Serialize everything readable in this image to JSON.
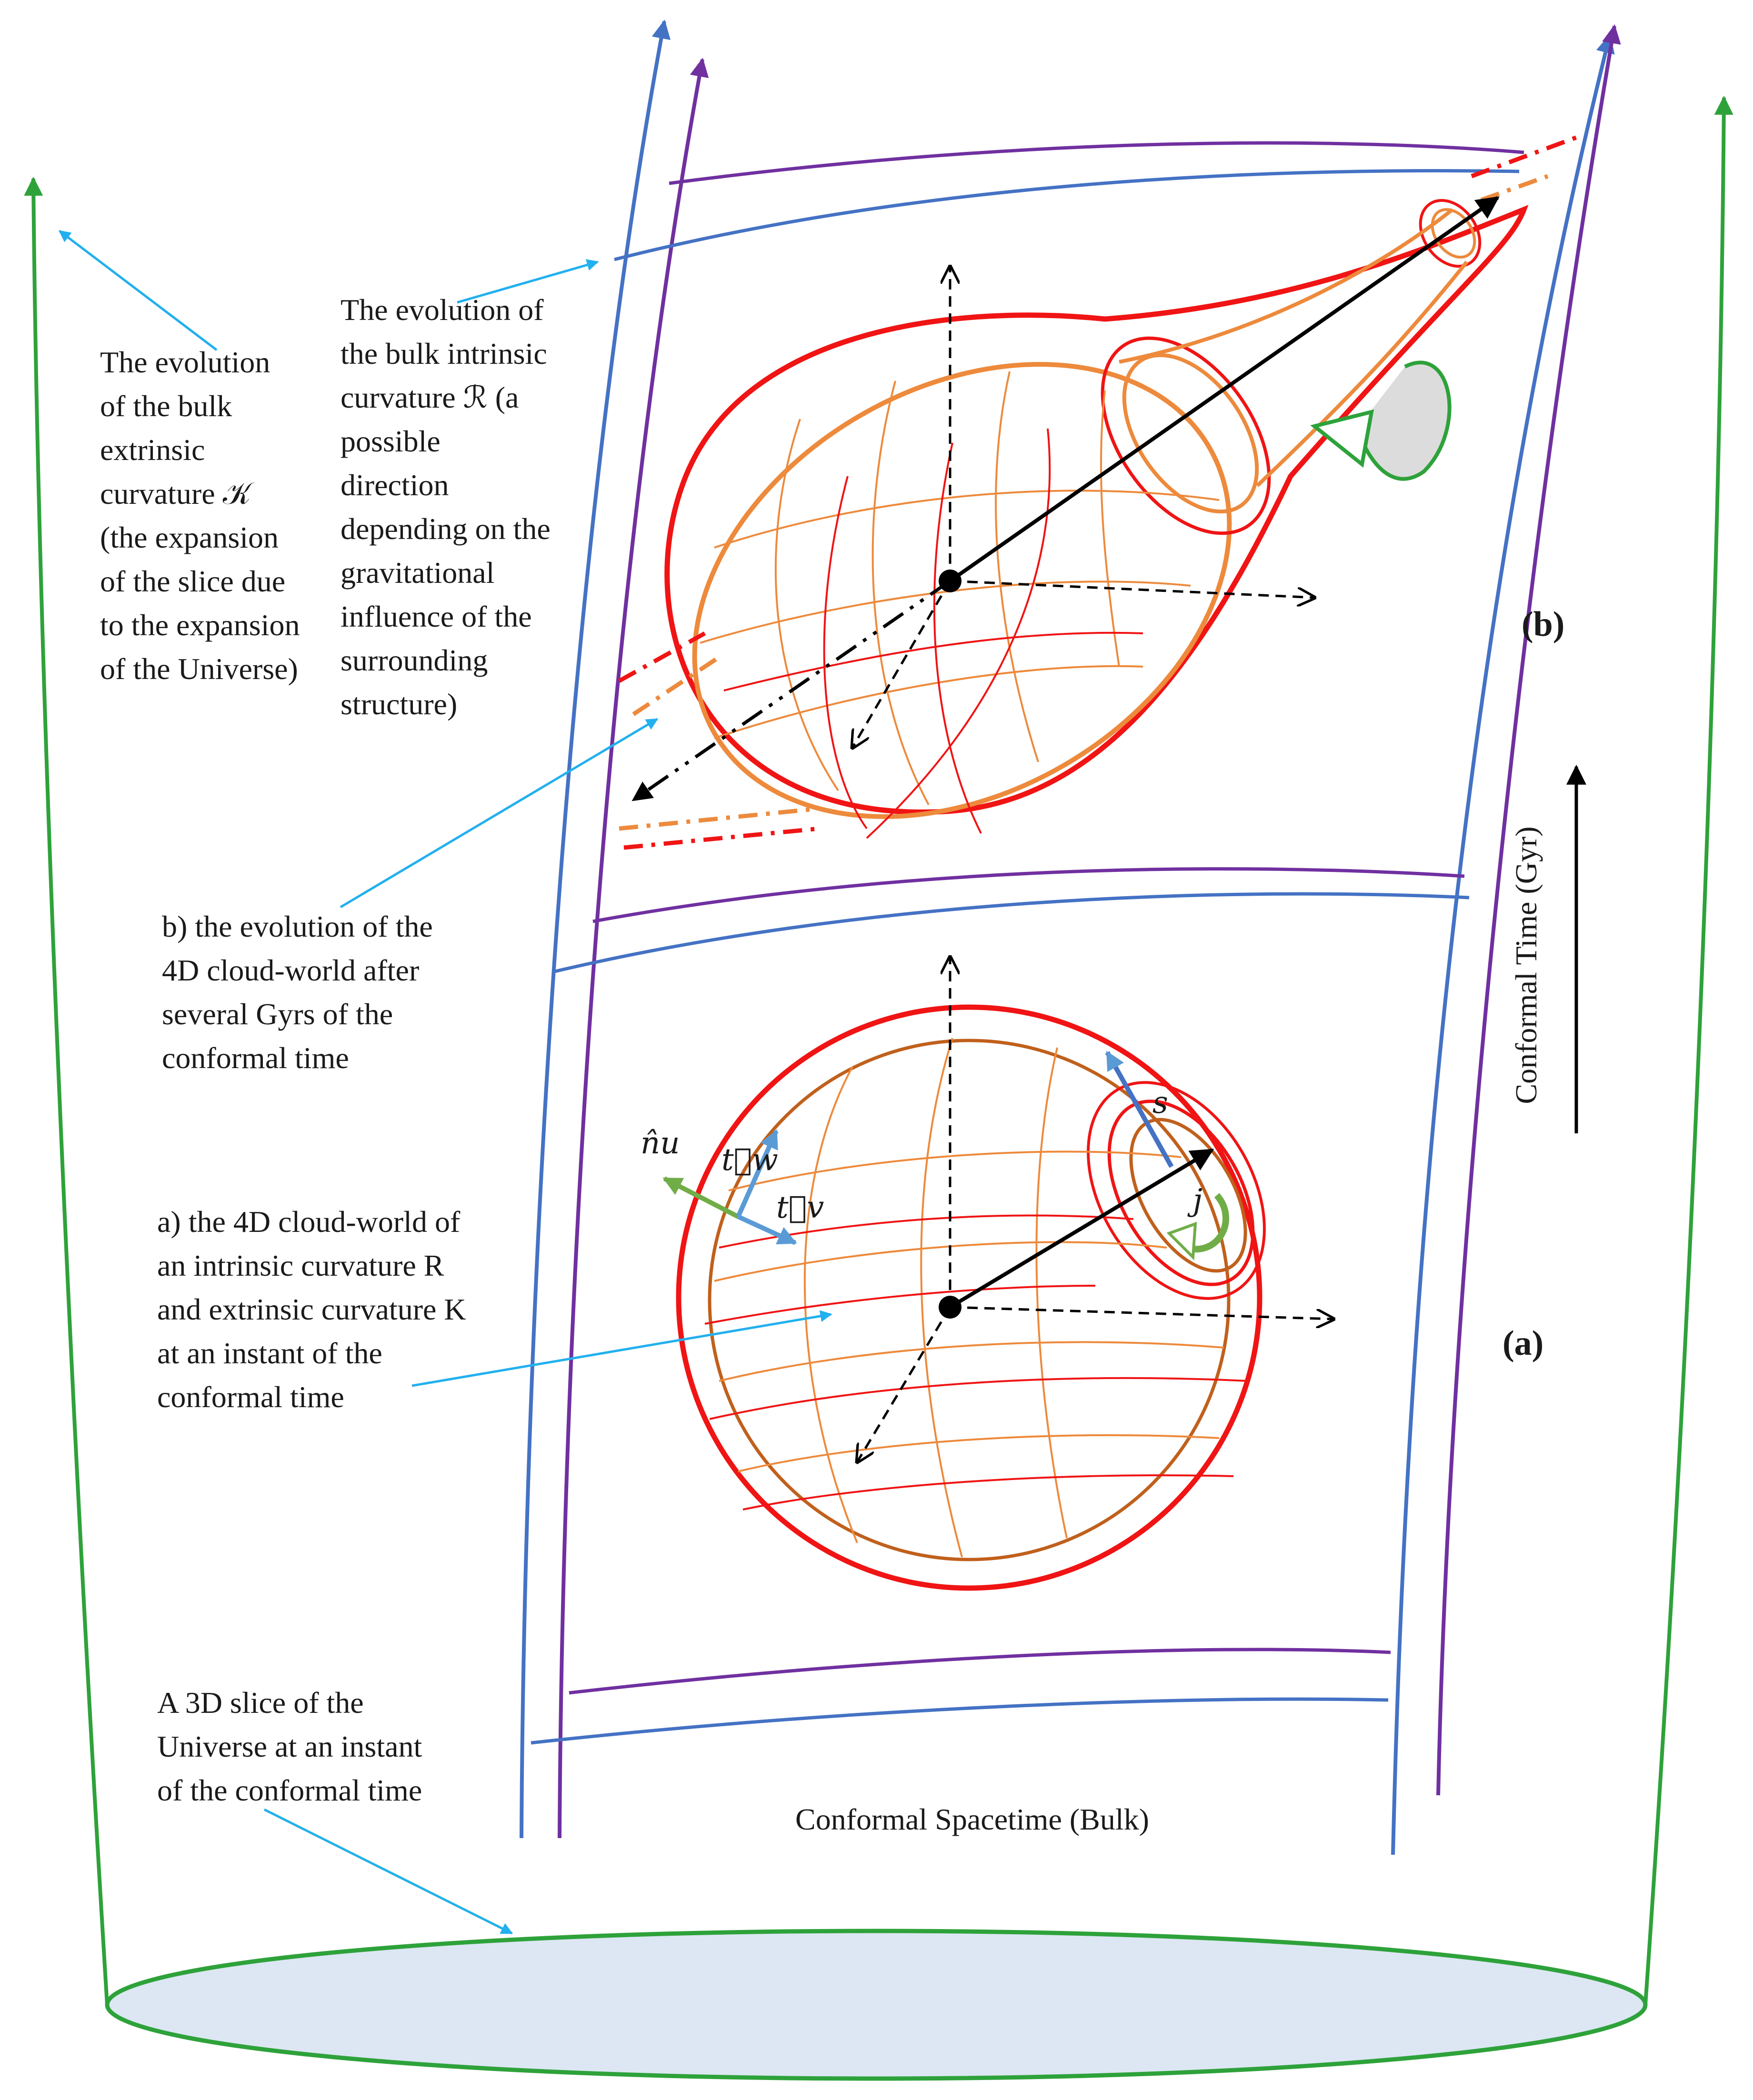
{
  "labels": {
    "extrinsic": "The evolution\nof the bulk\nextrinsic\ncurvature 𝒦\n(the expansion\nof the slice due\nto the expansion\nof the Universe)",
    "intrinsic": "The evolution of\nthe bulk intrinsic\ncurvature ℛ (a\npossible\ndirection\ndepending on the\ngravitational\ninfluence of the\nsurrounding\nstructure)",
    "evolution_b": "b) the evolution of the\n4D cloud-world after\nseveral Gyrs of the\nconformal time",
    "cloud_a": "a) the 4D cloud-world of\nan intrinsic curvature R\nand extrinsic curvature K\nat an instant of the\nconformal time",
    "slice": "A 3D slice of the\nUniverse at an instant\nof the conformal time",
    "bulk": "Conformal Spacetime (Bulk)",
    "time_axis": "Conformal Time (Gyr)",
    "panel_a": "(a)",
    "panel_b": "(b)",
    "s": "s",
    "j": "j",
    "n_u": "n̂u",
    "t_w": "t⃗w",
    "t_v": "t⃗v"
  },
  "colors": {
    "green": "#2ea23a",
    "blue": "#4472c4",
    "purple": "#7030a0",
    "red": "#f01414",
    "orange": "#ed8a3c",
    "brown": "#c0601c",
    "cyan": "#22b0ee",
    "base_fill": "#dce7f3"
  }
}
